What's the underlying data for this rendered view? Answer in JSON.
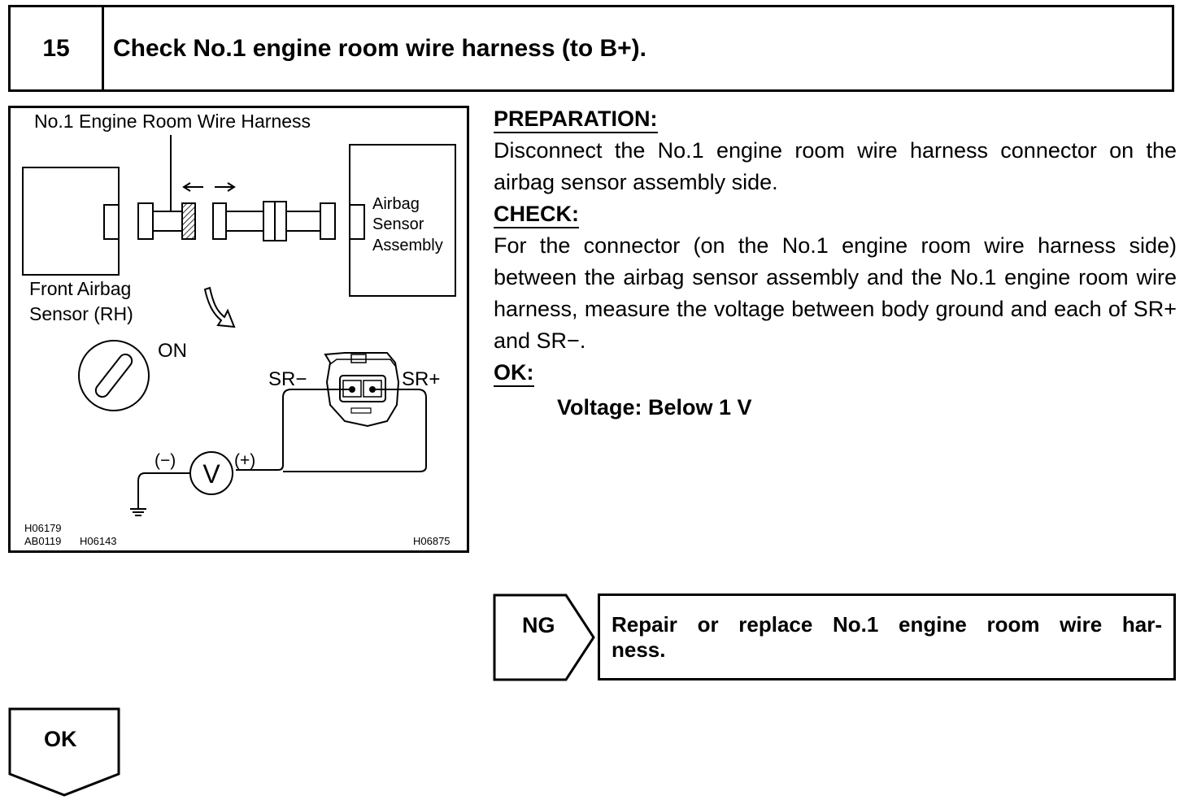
{
  "step": {
    "number": "15",
    "title": "Check No.1 engine room wire harness (to B+)."
  },
  "figure": {
    "harness_label": "No.1 Engine Room Wire Harness",
    "front_sensor_label_line1": "Front Airbag",
    "front_sensor_label_line2": "Sensor (RH)",
    "airbag_label_line1": "Airbag",
    "airbag_label_line2": "Sensor",
    "airbag_label_line3": "Assembly",
    "ignition_label": "ON",
    "sr_minus": "SR−",
    "sr_plus": "SR+",
    "meter_minus": "(−)",
    "meter_plus": "(+)",
    "meter_symbol": "V",
    "code_1": "H06179",
    "code_2": "AB0119",
    "code_3": "H06143",
    "code_4": "H06875"
  },
  "preparation": {
    "heading": "PREPARATION:",
    "text": "Disconnect the No.1 engine room wire harness connector on the airbag sensor assembly side."
  },
  "check": {
    "heading": "CHECK:",
    "text": "For the connector (on the No.1 engine room wire harness side) between the airbag sensor assembly and the No.1 engine room wire harness, measure the voltage between body ground and each of SR+ and SR−."
  },
  "ok": {
    "heading": "OK:",
    "spec": "Voltage: Below 1 V"
  },
  "ng_branch": {
    "label": "NG",
    "action_line1_words": [
      "Repair",
      "or",
      "replace",
      "No.1",
      "engine",
      "room",
      "wire",
      "har-"
    ],
    "action_line2": "ness."
  },
  "ok_branch": {
    "label": "OK"
  }
}
